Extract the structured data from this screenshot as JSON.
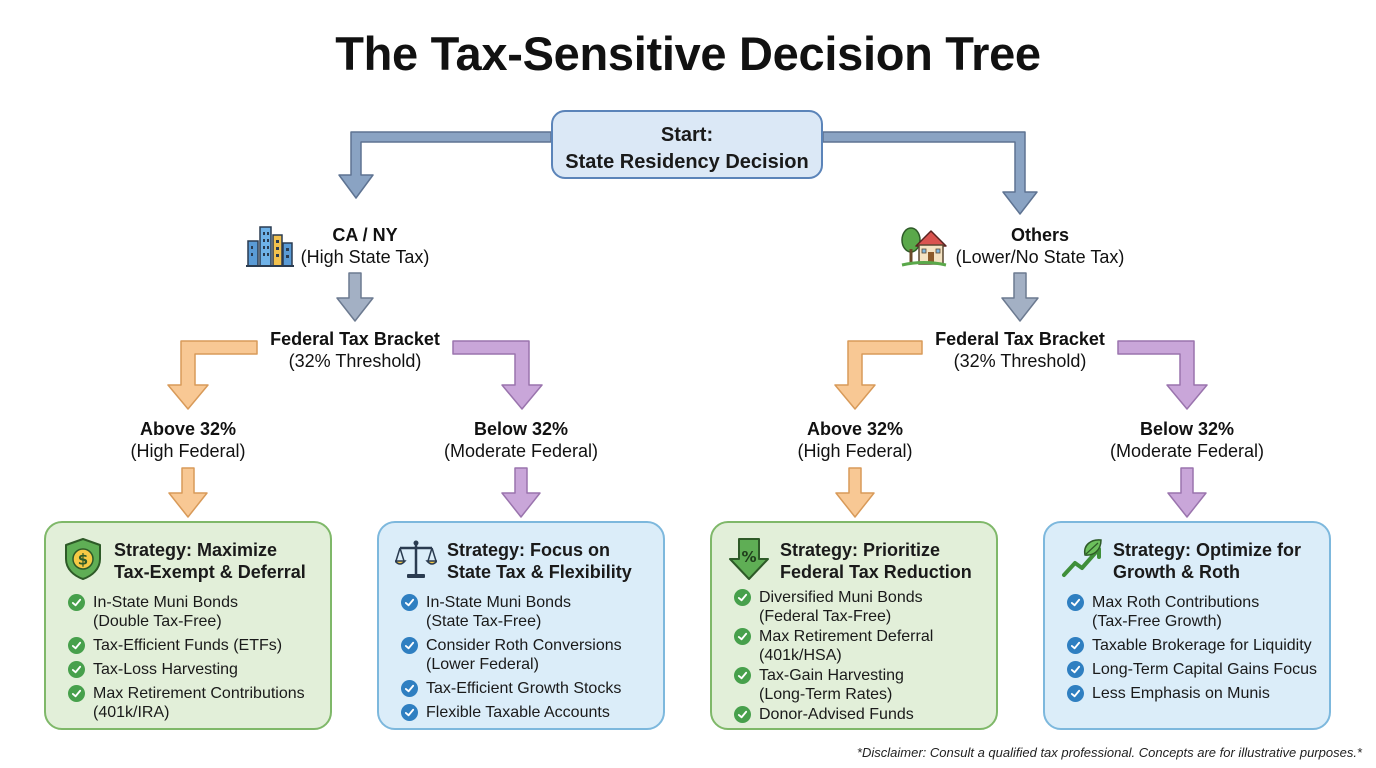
{
  "title": "The Tax-Sensitive Decision Tree",
  "start": {
    "line1": "Start:",
    "line2": "State Residency Decision"
  },
  "colors": {
    "start_arrow": "#8aa3c3",
    "state_arrow": "#a3b0c4",
    "above_arrow": "#f8c894",
    "below_arrow": "#c9a6d9",
    "green_card": "#e2efd9",
    "blue_card": "#dbedf9",
    "check_green": "#47a04c",
    "check_blue": "#2f7fc1"
  },
  "branches": {
    "left": {
      "state_title": "CA / NY",
      "state_sub": "(High State Tax)",
      "state_icon": "city-buildings-icon",
      "bracket_title": "Federal Tax Bracket",
      "bracket_sub": "(32% Threshold)",
      "above_title": "Above 32%",
      "above_sub": "(High Federal)",
      "below_title": "Below 32%",
      "below_sub": "(Moderate Federal)"
    },
    "right": {
      "state_title": "Others",
      "state_sub": "(Lower/No State Tax)",
      "state_icon": "house-icon",
      "bracket_title": "Federal Tax Bracket",
      "bracket_sub": "(32% Threshold)",
      "above_title": "Above 32%",
      "above_sub": "(High Federal)",
      "below_title": "Below 32%",
      "below_sub": "(Moderate Federal)"
    }
  },
  "cards": [
    {
      "icon": "dollar-shield-icon",
      "title_line1": "Strategy: Maximize",
      "title_line2": "Tax-Exempt & Deferral",
      "items": [
        {
          "line1": "In-State Muni Bonds",
          "line2": "(Double Tax-Free)"
        },
        {
          "line1": "Tax-Efficient Funds (ETFs)"
        },
        {
          "line1": "Tax-Loss Harvesting"
        },
        {
          "line1": "Max Retirement Contributions",
          "line2": "(401k/IRA)"
        }
      ]
    },
    {
      "icon": "balance-scale-icon",
      "title_line1": "Strategy: Focus on",
      "title_line2": "State Tax & Flexibility",
      "items": [
        {
          "line1": "In-State Muni Bonds",
          "line2": "(State Tax-Free)"
        },
        {
          "line1": "Consider Roth Conversions",
          "line2": "(Lower Federal)"
        },
        {
          "line1": "Tax-Efficient Growth Stocks"
        },
        {
          "line1": "Flexible Taxable Accounts"
        }
      ]
    },
    {
      "icon": "percent-down-arrow-icon",
      "title_line1": "Strategy: Prioritize",
      "title_line2": "Federal Tax Reduction",
      "items": [
        {
          "line1": "Diversified Muni Bonds",
          "line2": "(Federal Tax-Free)"
        },
        {
          "line1": "Max Retirement Deferral",
          "line2": "(401k/HSA)"
        },
        {
          "line1": "Tax-Gain Harvesting",
          "line2": "(Long-Term Rates)"
        },
        {
          "line1": "Donor-Advised Funds"
        }
      ]
    },
    {
      "icon": "growth-leaf-chart-icon",
      "title_line1": "Strategy: Optimize for",
      "title_line2": "Growth & Roth",
      "items": [
        {
          "line1": "Max Roth Contributions",
          "line2": "(Tax-Free Growth)"
        },
        {
          "line1": "Taxable Brokerage for Liquidity"
        },
        {
          "line1": "Long-Term Capital Gains Focus"
        },
        {
          "line1": "Less Emphasis on Munis"
        }
      ]
    }
  ],
  "disclaimer": "*Disclaimer: Consult a qualified tax professional. Concepts are for illustrative purposes.*"
}
